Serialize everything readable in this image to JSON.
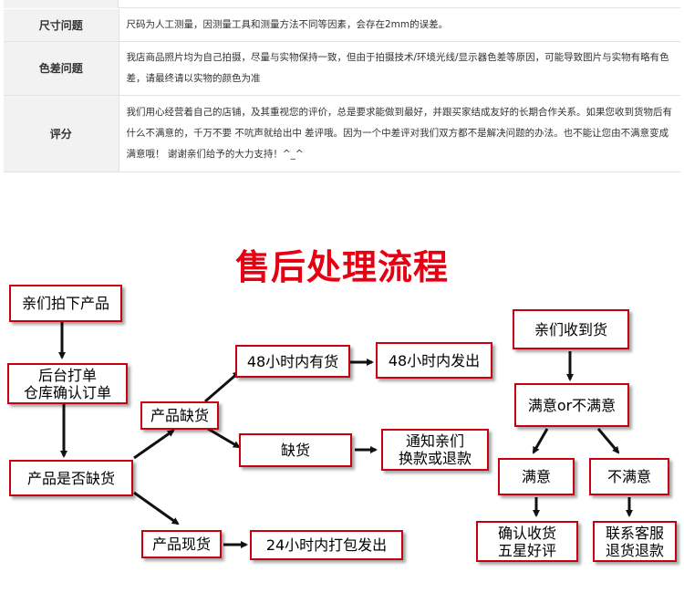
{
  "info_rows": [
    {
      "label": "尺寸问题",
      "text": "尺码为人工测量，因测量工具和测量方法不同等因素，会存在2mm的误差。"
    },
    {
      "label": "色差问题",
      "text": "我店商品照片均为自己拍摄，尽量与实物保持一致，但由于拍摄技术/环境光线/显示器色差等原因，可能导致图片与实物有略有色差，请最终请以实物的颜色为准"
    },
    {
      "label": "评分",
      "text": "我们用心经营着自己的店铺，及其重视您的评价，总是要求能做到最好，并跟买家结成友好的长期合作关系。如果您收到货物后有什么不满意的，千万不要 不吭声就给出中 差评哦。因为一个中差评对我们双方都不是解决问题的办法。也不能让您由不满意变成满意哦！ 谢谢亲们给予的大力支持！^_^"
    }
  ],
  "flow": {
    "title": "售后处理流程",
    "boxes": {
      "place_order": "亲们拍下产品",
      "backend_confirm": "后台打单\n仓库确认订单",
      "check_stock": "产品是否缺货",
      "out_of_stock": "产品缺货",
      "in_stock": "产品现货",
      "restock_48h": "48小时内有货",
      "ship_48h": "48小时内发出",
      "missing": "缺货",
      "notify_refund": "通知亲们\n换款或退款",
      "ship_24h": "24小时内打包发出",
      "received": "亲们收到货",
      "satisfied_or_not": "满意or不满意",
      "satisfied": "满意",
      "not_satisfied": "不满意",
      "confirm_review": "确认收货\n五星好评",
      "contact_service": "联系客服\n退货退款"
    }
  },
  "colors": {
    "title": "#e60012",
    "box_border": "#c8000f",
    "arrow": "#111111",
    "label_bg": "#f2f2f2"
  }
}
